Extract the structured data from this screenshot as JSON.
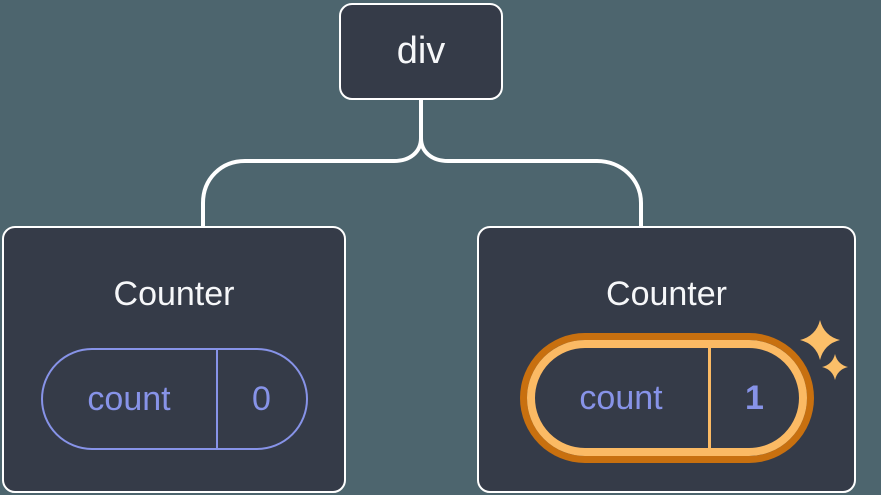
{
  "diagram": {
    "description": "Component tree: a div root with two Counter children; the second Counter's state pill is highlighted",
    "root": {
      "label": "div"
    },
    "nodes": [
      {
        "title": "Counter",
        "state_key": "count",
        "state_value": "0",
        "highlighted": false
      },
      {
        "title": "Counter",
        "state_key": "count",
        "state_value": "1",
        "highlighted": true
      }
    ],
    "colors": {
      "background": "#4d656e",
      "node_fill": "#353b48",
      "node_border": "#ffffff",
      "connector": "#ffffff",
      "text": "#f6f7f9",
      "state_purple": "#8793e8",
      "highlight_orange_light": "#fbba64",
      "highlight_orange_dark": "#c8700f",
      "sparkle": "#fbbf69"
    }
  }
}
